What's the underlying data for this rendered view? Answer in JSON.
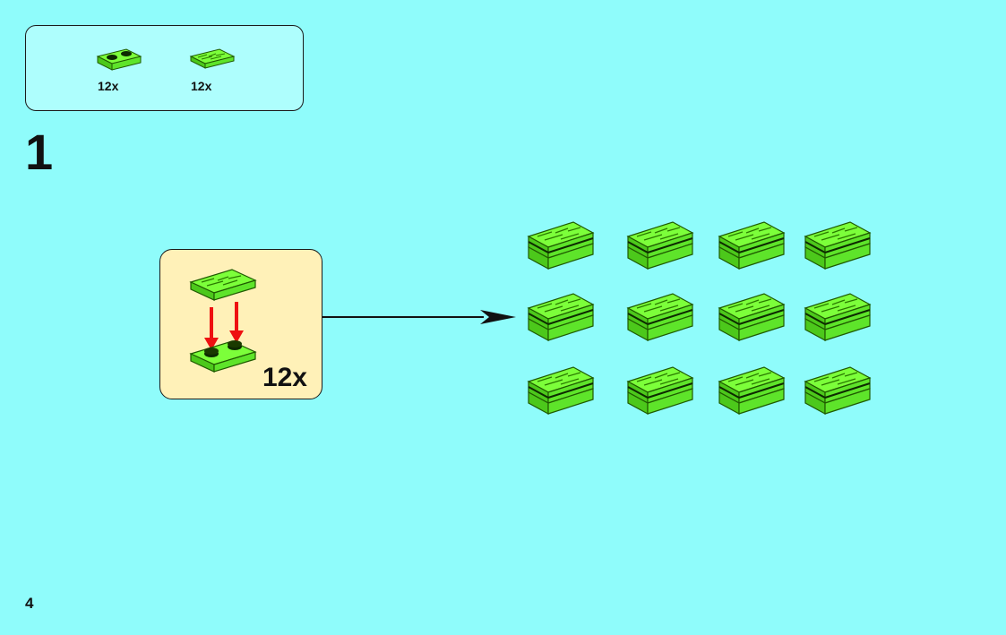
{
  "parts_list": {
    "items": [
      {
        "name": "plate-1x2-lime",
        "qty": "12x",
        "icon": "plate-with-studs-icon"
      },
      {
        "name": "tile-1x2-lime-printed",
        "qty": "12x",
        "icon": "printed-tile-icon"
      }
    ]
  },
  "step": {
    "number": "1",
    "subassembly_qty": "12x"
  },
  "result": {
    "rows": 3,
    "cols": 4
  },
  "page": {
    "number": "4"
  },
  "colors": {
    "background": "#8ffcfb",
    "parts_box": "#aefefd",
    "subassembly_box": "#fff1b8",
    "brick_green": "#66ee22",
    "arrow_red": "#ee1111"
  }
}
